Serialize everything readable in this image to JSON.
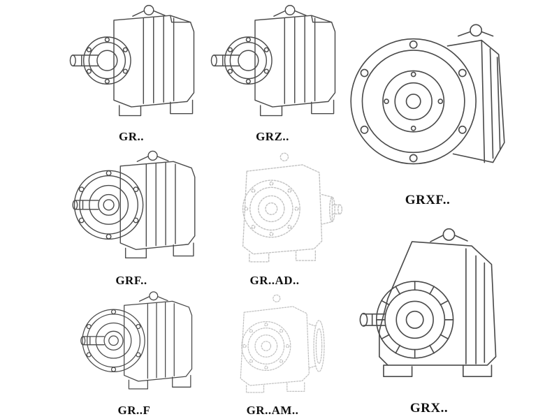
{
  "page": {
    "background": "#ffffff",
    "line_color": "#4a4a4a",
    "faded_line_color": "#c1c1c1",
    "label_color": "#101010"
  },
  "figures": [
    {
      "label": "GR..",
      "name": "gr",
      "variant": "foot-mounted-side-view",
      "faded": false
    },
    {
      "label": "GRZ..",
      "name": "grz",
      "variant": "foot-mounted-side-view",
      "faded": false
    },
    {
      "label": "GRXF..",
      "name": "grxf",
      "variant": "flange-mounted-front-view",
      "faded": false
    },
    {
      "label": "GRF..",
      "name": "grf",
      "variant": "flange-foot-mounted-side-view",
      "faded": false
    },
    {
      "label": "GR..AD..",
      "name": "gr-ad",
      "variant": "input-shaft-adapter-version",
      "faded": true
    },
    {
      "label": "GR..F",
      "name": "gr-f",
      "variant": "flange-foot-mounted-side-view",
      "faded": false
    },
    {
      "label": "GR..AM..",
      "name": "gr-am",
      "variant": "motor-adapter-version",
      "faded": true
    },
    {
      "label": "GRX..",
      "name": "grx",
      "variant": "large-foot-mounted-side-view",
      "faded": false
    }
  ]
}
